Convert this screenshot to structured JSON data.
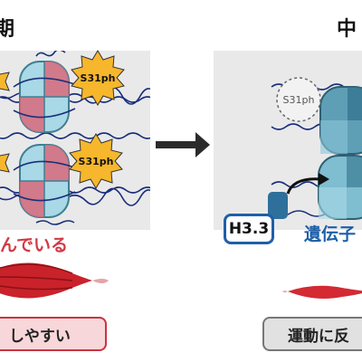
{
  "left": {
    "title": "期",
    "caption": "んでいる",
    "box": "しやすい",
    "badges": [
      "S31ph",
      "S31ph"
    ]
  },
  "right": {
    "title": "中",
    "caption": "遺伝子",
    "box": "運動に反",
    "dashed_badge": "S31ph",
    "h33": "H3.3"
  },
  "colors": {
    "red": "#d23a44",
    "pink": "#e8a7b0",
    "light_blue": "#a9d8e6",
    "dark_blue": "#1f5fa8",
    "teal_dark": "#3f7f92",
    "star_yellow": "#f7b72c",
    "panel_gray": "#e9e9ea"
  }
}
